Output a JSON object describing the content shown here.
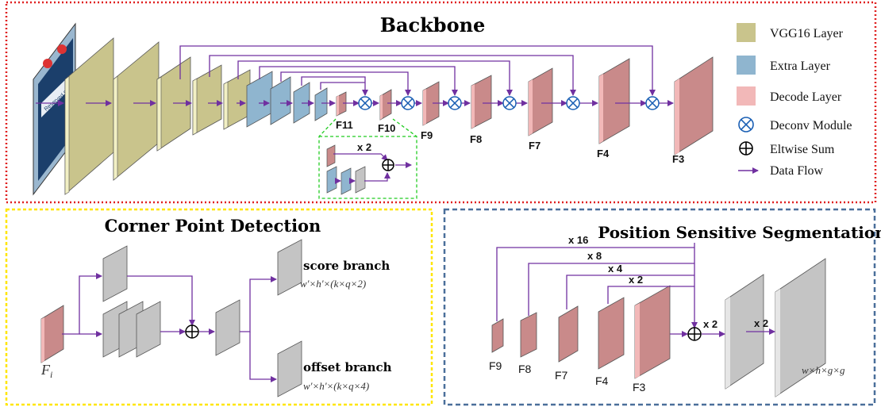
{
  "backbone": {
    "title": "Backbone",
    "feature_labels": {
      "f11": "F11",
      "f10": "F10",
      "f9": "F9",
      "f8": "F8",
      "f7": "F7",
      "f4": "F4",
      "f3": "F3"
    },
    "module_zoom_label": "x 2",
    "photo_text": "Reserved Seating"
  },
  "legend": {
    "vgg": "VGG16 Layer",
    "extra": "Extra Layer",
    "decode": "Decode Layer",
    "deconv": "Deconv Module",
    "eltwise": "Eltwise Sum",
    "flow": "Data Flow"
  },
  "corner": {
    "title": "Corner Point Detection",
    "input_label": "F",
    "input_subscript": "i",
    "score_label": "score branch",
    "score_formula": "w'×h'×(k×q×2)",
    "offset_label": "offset branch",
    "offset_formula": "w'×h'×(k×q×4)"
  },
  "segmentation": {
    "title": "Position Sensitive Segmentation",
    "scale_labels": {
      "s16": "x 16",
      "s8": "x 8",
      "s4": "x 4",
      "s2": "x 2"
    },
    "feature_labels": {
      "f9": "F9",
      "f8": "F8",
      "f7": "F7",
      "f4": "F4",
      "f3": "F3"
    },
    "upsample1": "x 2",
    "upsample2": "x 2",
    "output_formula": "w×h×g×g"
  },
  "colors": {
    "vgg": "#c9c48c",
    "extra": "#8fb5cf",
    "decode": "#c98a8a",
    "decode_face": "#f2b8b8",
    "gray": "#c4c4c4",
    "arrow": "#7030a0",
    "backbone_border": "#e02020",
    "corner_border": "#ffe600",
    "seg_border": "#4a6f9a",
    "module_border": "#22cc22"
  }
}
